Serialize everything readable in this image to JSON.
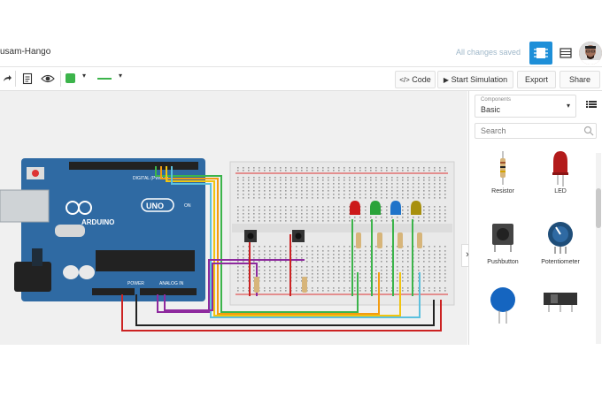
{
  "header": {
    "title": "usam-Hango",
    "saved_status": "All changes saved"
  },
  "toolbar": {
    "code_label": "Code",
    "start_sim_label": "Start Simulation",
    "export_label": "Export",
    "share_label": "Share",
    "fill_color": "#3cb44b",
    "line_color": "#3cb44b"
  },
  "board": {
    "brand": "ARDUINO",
    "model": "UNO",
    "digital_label": "DIGITAL (PWM ~)",
    "power_label": "POWER",
    "analog_label": "ANALOG IN",
    "on_label": "ON"
  },
  "panel": {
    "select_label": "Components",
    "select_value": "Basic",
    "search_placeholder": "Search",
    "components": [
      {
        "name": "Resistor"
      },
      {
        "name": "LED"
      },
      {
        "name": "Pushbutton"
      },
      {
        "name": "Potentiometer"
      }
    ]
  },
  "colors": {
    "accent": "#1e8fd8",
    "board": "#2f6aa3",
    "canvas": "#f0f0f0"
  }
}
